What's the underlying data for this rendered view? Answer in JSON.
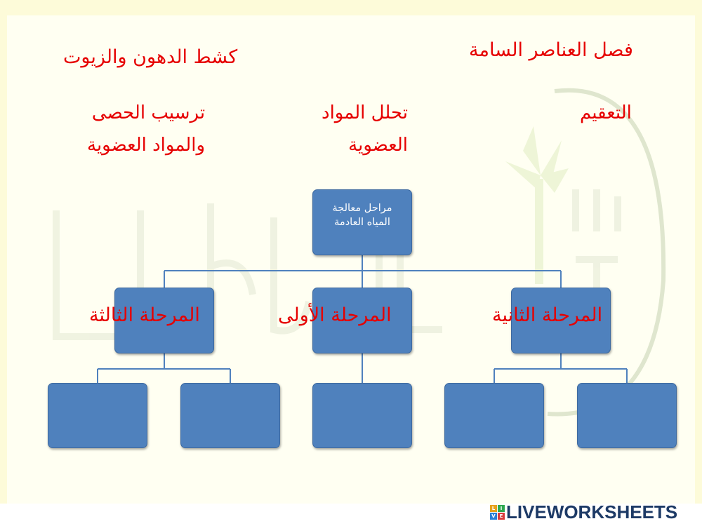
{
  "titles": {
    "left": "كشط الدهون والزيوت",
    "right": "فصل العناصر السامة"
  },
  "notes": {
    "left_line1": "ترسيب الحصى",
    "left_line2": "والمواد العضوية",
    "middle_line1": "تحلل المواد",
    "middle_line2": "العضوية",
    "right": "التعقيم"
  },
  "chart": {
    "root_line1": "مراحل معالجة",
    "root_line2": "المياه العادمة",
    "stage_left": "المرحلة الثالثة",
    "stage_middle": "المرحلة الأولى",
    "stage_right": "المرحلة الثانية",
    "box_color": "#4f81bd",
    "line_color": "#4f81bd"
  },
  "text_color": "#e60000",
  "footer": {
    "brand": "LIVEWORKSHEETS",
    "logo_letters": [
      "L",
      "I",
      "V",
      "E"
    ]
  }
}
